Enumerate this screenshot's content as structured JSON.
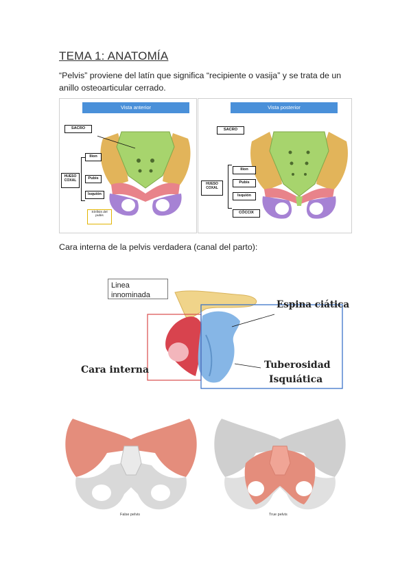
{
  "title": "TEMA 1: ANATOMÍA",
  "intro": "“Pelvis” proviene del latín que significa “recipiente o vasija” y se trata de un anillo osteoarticular cerrado.",
  "section2": "Cara interna de la pelvis verdadera (canal del parto):",
  "figure1": {
    "anterior": {
      "header": "Vista anterior",
      "sacro": "SACRO",
      "hueso_coxal": "HUESO COXAL",
      "ilion": "Ilion",
      "pubis": "Pubis",
      "isquion": "Isquión",
      "sinfisis": "Sínfisis del pubis"
    },
    "posterior": {
      "header": "Vista posterior",
      "sacro": "SACRO",
      "hueso_coxal": "HUESO COXAL",
      "ilion": "Ilion",
      "pubis": "Pubis",
      "isquion": "Isquión",
      "coccix": "CÓCCIX"
    }
  },
  "figure2": {
    "linea": "Linea innominada",
    "espina": "Espina ciática",
    "cara_interna": "Cara interna",
    "tuberosidad": "Tuberosidad",
    "isquiatica": "Isquiática"
  },
  "figure3": {
    "false_caption": "False pelvis",
    "true_caption": "True pelvis"
  },
  "colors": {
    "ilion": "#e2b45a",
    "sacro": "#a7d46d",
    "pubis": "#e8838a",
    "isquion": "#a682d4",
    "header_blue": "#4a90d9",
    "highlight": "#e48d7c"
  }
}
